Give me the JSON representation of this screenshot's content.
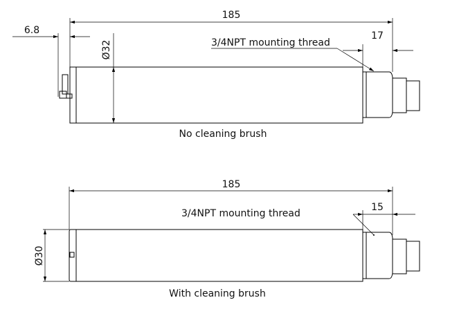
{
  "top_view": {
    "overall_length": "185",
    "offset": "6.8",
    "diameter": "Ø32",
    "thread_label": "3/4NPT mounting thread",
    "thread_length": "17",
    "caption": "No cleaning brush"
  },
  "bottom_view": {
    "overall_length": "185",
    "diameter": "Ø30",
    "thread_label": "3/4NPT mounting thread",
    "thread_length": "15",
    "caption": "With cleaning brush"
  }
}
